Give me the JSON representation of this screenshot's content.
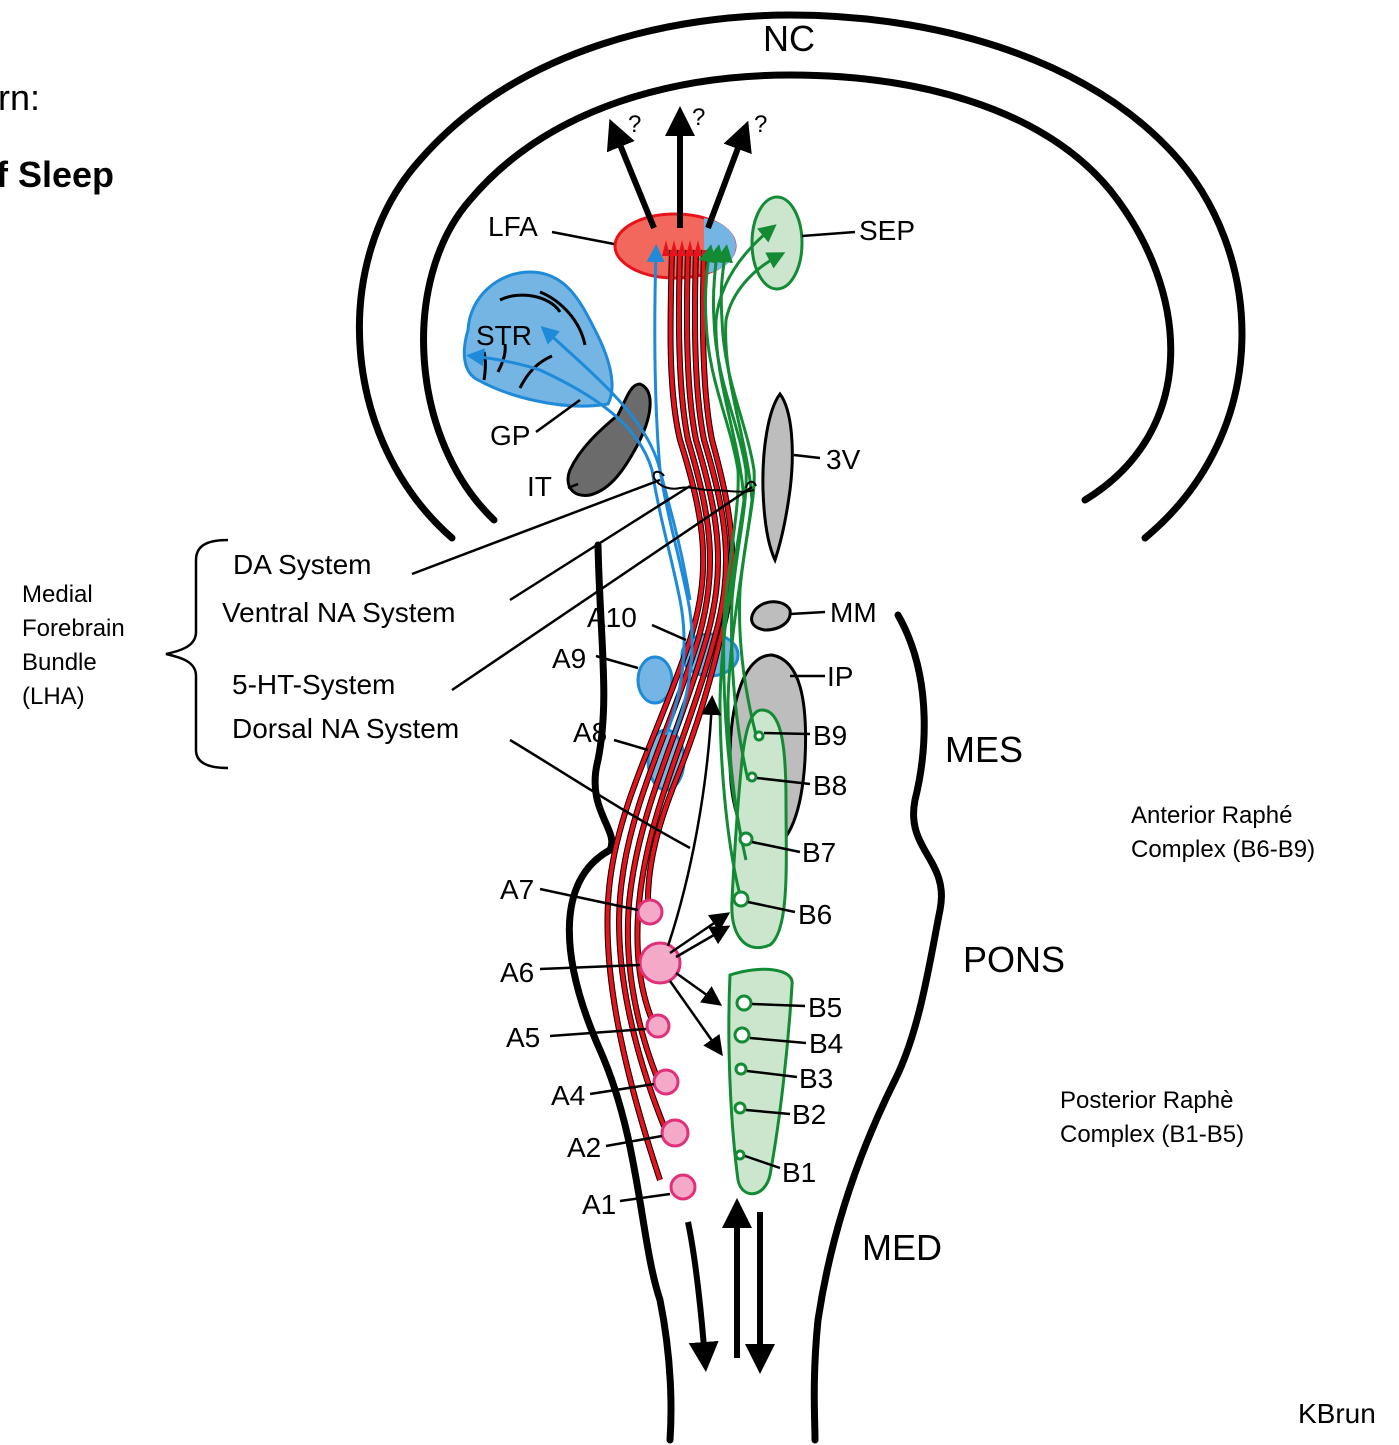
{
  "heading": {
    "line1": "rn:",
    "line2": "f Sleep"
  },
  "labels": {
    "NC": "NC",
    "LFA": "LFA",
    "SEP": "SEP",
    "STR": "STR",
    "GP": "GP",
    "IT": "IT",
    "3V": "3V",
    "MM": "MM",
    "IP": "IP",
    "A10": "A10",
    "A9": "A9",
    "A8": "A8",
    "A7": "A7",
    "A6": "A6",
    "A5": "A5",
    "A4": "A4",
    "A2": "A2",
    "A1": "A1",
    "B9": "B9",
    "B8": "B8",
    "B7": "B7",
    "B6": "B6",
    "B5": "B5",
    "B4": "B4",
    "B3": "B3",
    "B2": "B2",
    "B1": "B1",
    "MES": "MES",
    "PONS": "PONS",
    "MED": "MED",
    "q1": "?",
    "q2": "?",
    "q3": "?"
  },
  "systems": {
    "da": "DA System",
    "ventral_na": "Ventral NA System",
    "ht5": "5-HT-System",
    "dorsal_na": "Dorsal NA System"
  },
  "mfb": {
    "line1": "Medial",
    "line2": "Forebrain",
    "line3": "Bundle",
    "line4": "(LHA)"
  },
  "raphe": {
    "anterior_line1": "Anterior Raphé",
    "anterior_line2": "Complex (B6-B9)",
    "posterior_line1": "Posterior Raphè",
    "posterior_line2": "Complex (B1-B5)"
  },
  "credit": "KBrun",
  "colors": {
    "red": "#e8121a",
    "red_fill": "#f2685c",
    "blue": "#1f8ad8",
    "blue_fill": "#74b5e4",
    "green": "#138a34",
    "green_fill": "#cbe6cd",
    "pink": "#e0307a",
    "pink_fill": "#f4a9c8",
    "gray": "#6b6b6b",
    "light_gray": "#bdbdbd"
  }
}
